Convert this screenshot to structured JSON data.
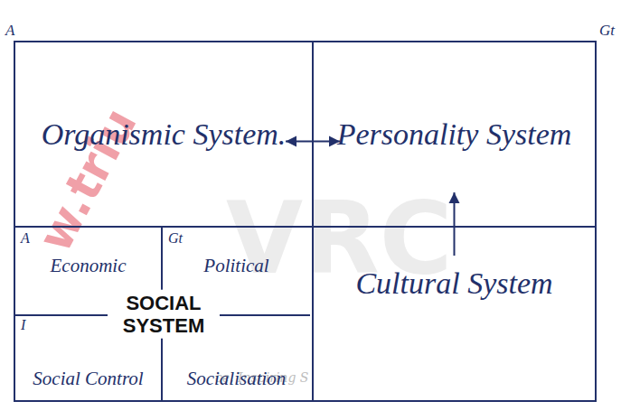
{
  "diagram": {
    "nodes": [
      {
        "text": [
          "Organismic System."
        ]
      },
      {
        "text": [
          "Personality System"
        ]
      },
      {
        "text": [
          "SOCIAL SYSTEM"
        ]
      },
      {
        "text": [
          "A",
          "Economic"
        ],
        "in": 2
      },
      {
        "text": [
          "Gt",
          "Political"
        ],
        "in": 2
      },
      {
        "text": [
          "I",
          "Social Control"
        ],
        "in": 2
      },
      {
        "text": [
          "Socialisation"
        ],
        "in": 2
      },
      {
        "text": [
          "Cultural System"
        ]
      }
    ],
    "edges": [
      {
        "from": 0,
        "to": 1,
        "arrow": "both"
      },
      {
        "from": 7,
        "to": 1,
        "arrow": "to"
      }
    ],
    "labels": [
      "A",
      "Gt",
      "w.triu",
      "VRC",
      "ce, Inspiring S"
    ]
  }
}
